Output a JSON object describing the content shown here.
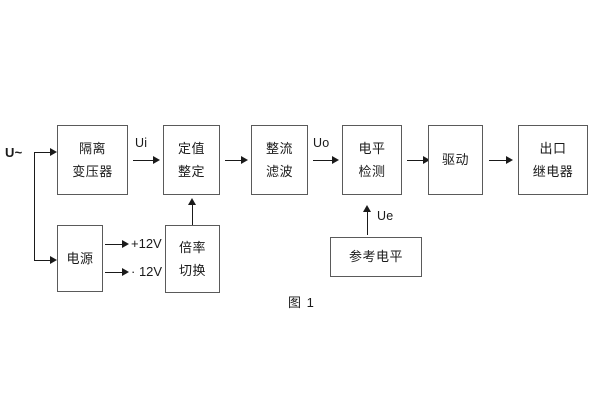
{
  "figure": {
    "caption": "图 1",
    "background_color": "#ffffff",
    "box_border_color": "#5a5a5a",
    "line_color": "#1a1a1a",
    "text_color": "#1a1a1a"
  },
  "blocks": [
    {
      "id": "isolation-transformer",
      "line1": "隔离",
      "line2": "变压器"
    },
    {
      "id": "setting-value",
      "line1": "定值",
      "line2": "整定"
    },
    {
      "id": "rectify-filter",
      "line1": "整流",
      "line2": "滤波"
    },
    {
      "id": "level-detect",
      "line1": "电平",
      "line2": "检测"
    },
    {
      "id": "drive",
      "line1": "驱动",
      "line2": ""
    },
    {
      "id": "output-relay",
      "line1": "出口",
      "line2": "继电器"
    },
    {
      "id": "power-supply",
      "line1": "电源",
      "line2": ""
    },
    {
      "id": "multiplier-switch",
      "line1": "倍率",
      "line2": "切换"
    },
    {
      "id": "reference-level",
      "line1": "参考电平",
      "line2": ""
    }
  ],
  "signals": {
    "input_source": "U~",
    "ui": "Ui",
    "uo": "Uo",
    "ue": "Ue",
    "rail_positive": "+12V",
    "rail_negative": "· 12V"
  }
}
